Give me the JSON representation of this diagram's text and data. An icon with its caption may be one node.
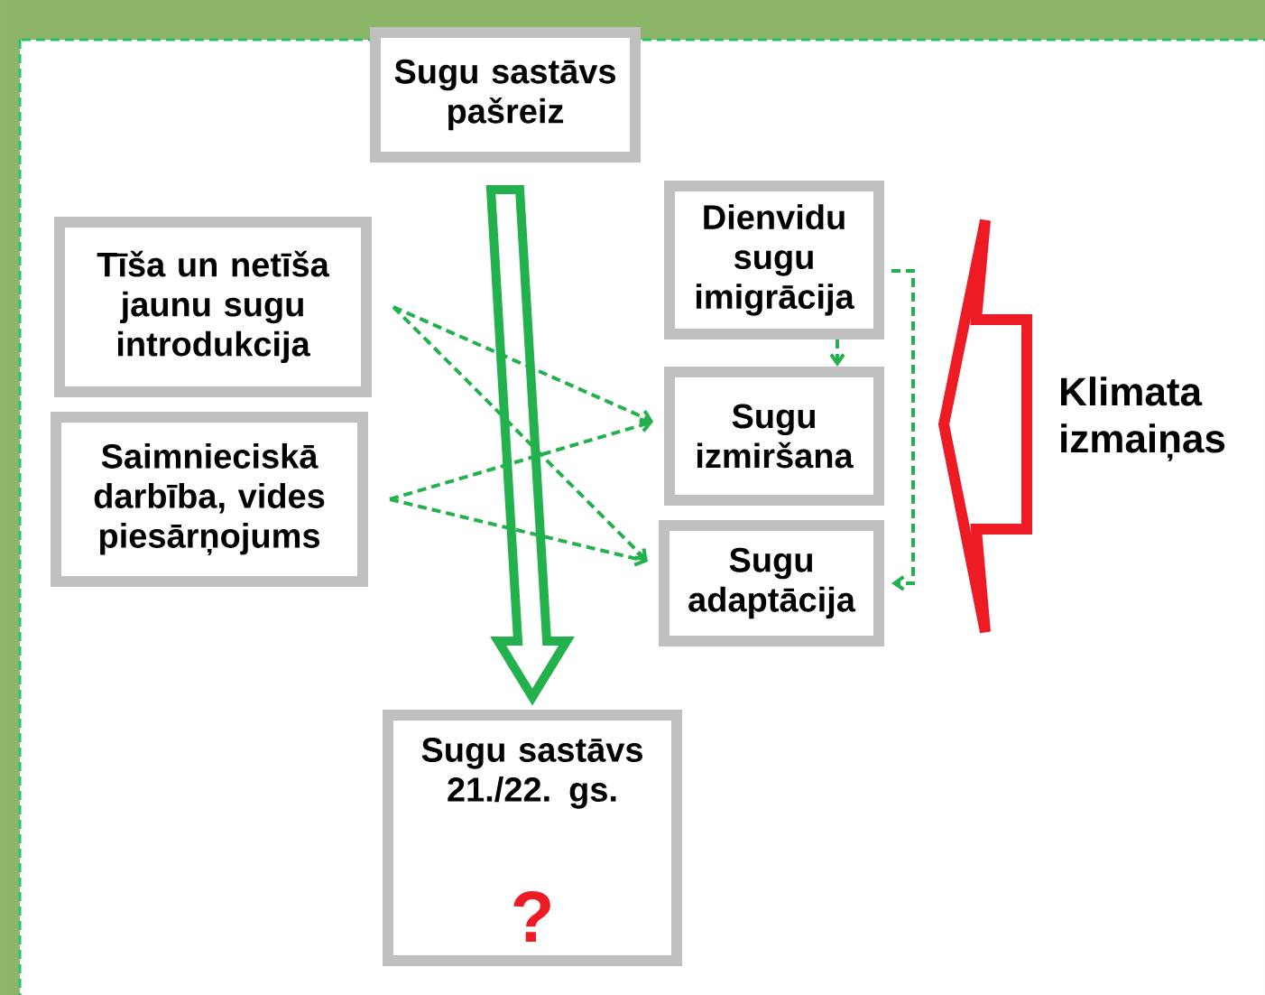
{
  "diagram": {
    "nodes": [
      {
        "text": [
          "Sugu sastāvs pašreiz"
        ]
      },
      {
        "text": [
          "Tīša un netīša jaunu sugu introdukcija"
        ]
      },
      {
        "text": [
          "Saimnieciskā darbība, vides piesārņojums"
        ]
      },
      {
        "text": [
          "Dienvidu sugu imigrācija"
        ]
      },
      {
        "text": [
          "Sugu izmiršana"
        ]
      },
      {
        "text": [
          "Sugu adaptācija"
        ]
      },
      {
        "text": [
          "Sugu sastāvs 21./22. gs.",
          "?"
        ]
      }
    ],
    "edges": [
      {
        "from": 0,
        "to": 6,
        "arrow": "to",
        "style": "thick"
      },
      {
        "from": 1,
        "to": 4,
        "arrow": "to",
        "style": "dashed"
      },
      {
        "from": 1,
        "to": 5,
        "arrow": "to",
        "style": "dashed"
      },
      {
        "from": 2,
        "to": 4,
        "arrow": "to",
        "style": "dashed"
      },
      {
        "from": 2,
        "to": 5,
        "arrow": "to",
        "style": "dashed"
      },
      {
        "from": 3,
        "to": 4,
        "arrow": "to",
        "style": "dashed"
      },
      {
        "from": 3,
        "to": 5,
        "arrow": "to",
        "style": "dashed"
      }
    ],
    "labels": [
      "Klimata izmaiņas"
    ]
  }
}
